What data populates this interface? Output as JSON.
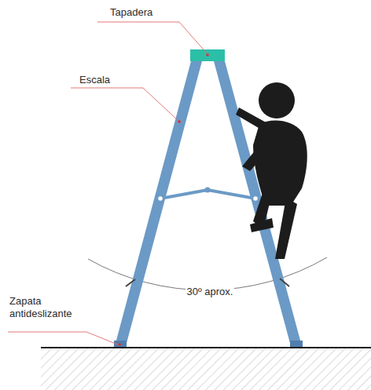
{
  "diagram": {
    "labels": [
      "Tapadera",
      "Escala",
      "Zapata antideslizante",
      "30º aprox."
    ]
  }
}
